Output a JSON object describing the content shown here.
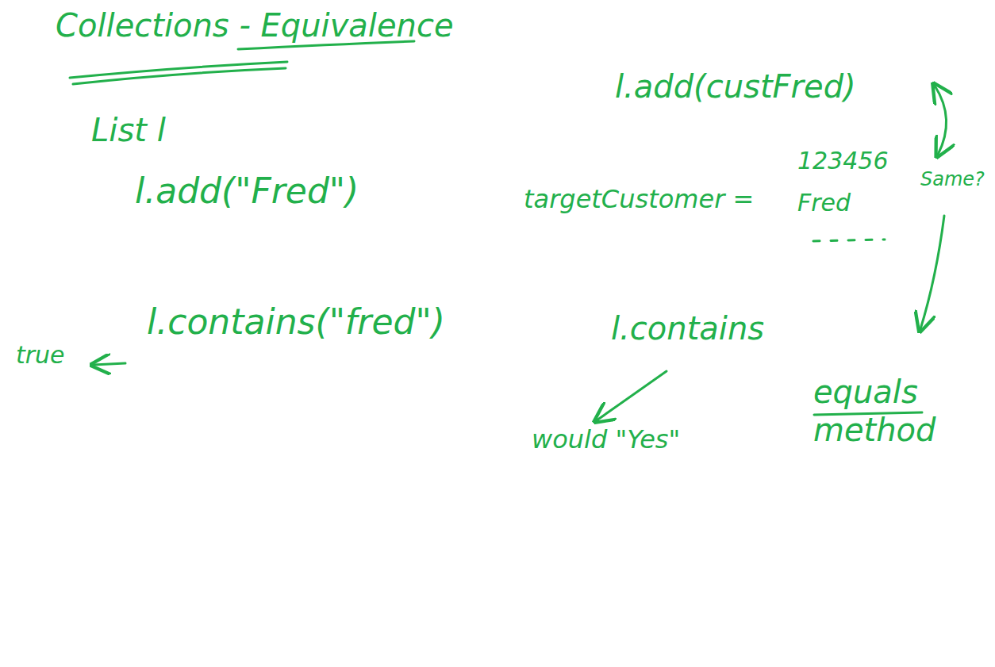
{
  "diagram": {
    "title": "Collections - Equivalence",
    "labels": [
      "List l",
      "l.add(\"Fred\")",
      "true",
      "l.contains(\"fred\")",
      "l.add(custFred)",
      "Same?",
      "targetCustomer =",
      "123456",
      "Fred",
      "l.contains",
      "would \"Yes\"",
      "equals method"
    ]
  }
}
